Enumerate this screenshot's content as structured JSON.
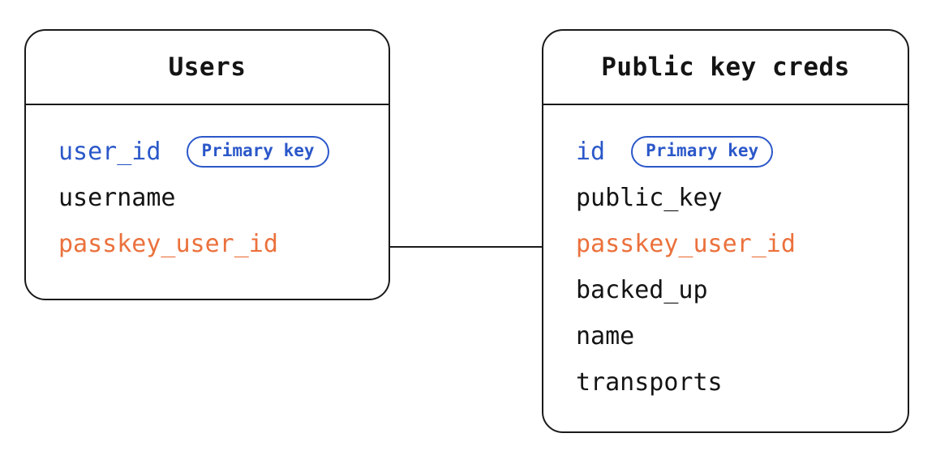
{
  "colors": {
    "primary_key_blue": "#2b58c9",
    "relation_orange": "#eb713c",
    "line_black": "#1a1a1a",
    "text_black": "#141414",
    "background": "#ffffff"
  },
  "tables": [
    {
      "title": "Users",
      "fields": [
        {
          "name": "user_id",
          "emphasis": "blue",
          "badge": "Primary key"
        },
        {
          "name": "username",
          "emphasis": "black"
        },
        {
          "name": "passkey_user_id",
          "emphasis": "orange"
        }
      ]
    },
    {
      "title": "Public key creds",
      "fields": [
        {
          "name": "id",
          "emphasis": "blue",
          "badge": "Primary key"
        },
        {
          "name": "public_key",
          "emphasis": "black"
        },
        {
          "name": "passkey_user_id",
          "emphasis": "orange"
        },
        {
          "name": "backed_up",
          "emphasis": "black"
        },
        {
          "name": "name",
          "emphasis": "black"
        },
        {
          "name": "transports",
          "emphasis": "black"
        }
      ]
    }
  ],
  "relationship": {
    "from_table": "Users",
    "from_field": "passkey_user_id",
    "to_table": "Public key creds",
    "to_field": "passkey_user_id"
  }
}
